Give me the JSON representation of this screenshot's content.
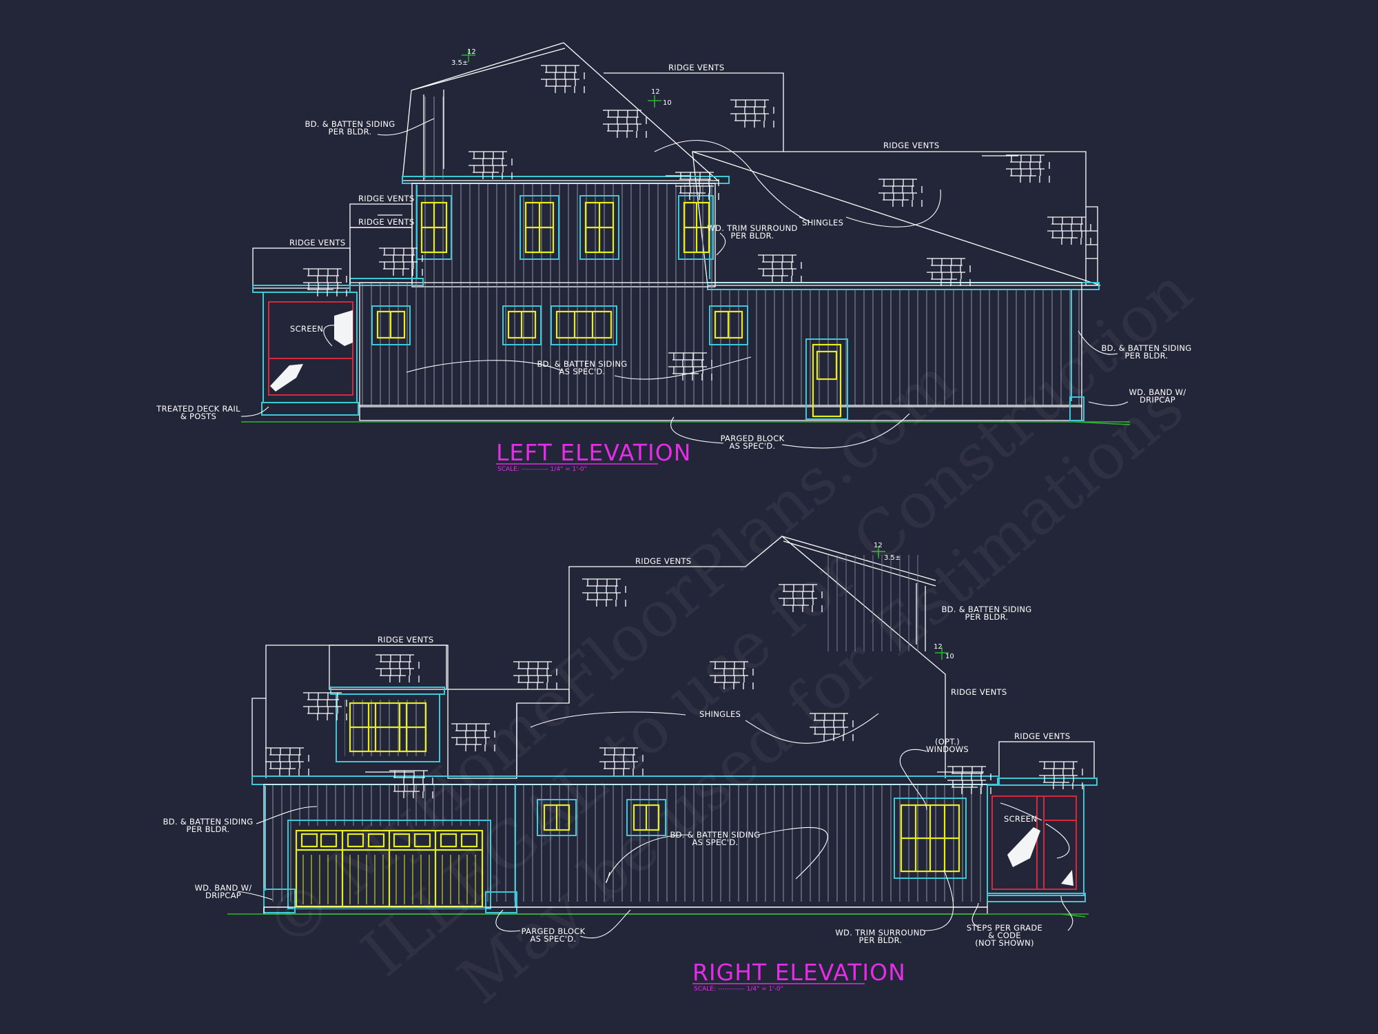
{
  "watermark": {
    "line1": "© MyHomeFloorPlans.com",
    "line2": "ILLEGAL to use for Construction",
    "line3": "May be used for Estimations"
  },
  "left_elevation": {
    "title": "LEFT ELEVATION",
    "scale": "SCALE: ------------ 1/4\" = 1'-0\"",
    "pitch_upper": {
      "rise": "12",
      "run": "3.5±"
    },
    "pitch_main": {
      "rise": "12",
      "run": "10"
    },
    "notes": {
      "ridge_vents_top": "RIDGE VENTS",
      "ridge_vents_right": "RIDGE VENTS",
      "ridge_vents_mid1": "RIDGE VENTS",
      "ridge_vents_mid2": "RIDGE VENTS",
      "ridge_vents_left": "RIDGE VENTS",
      "board_batten_upper": "BD. & BATTEN SIDING\nPER BLDR.",
      "trim_surround": "WD. TRIM SURROUND\nPER BLDR.",
      "shingles": "SHINGLES",
      "screen": "SCREEN",
      "board_batten_spec": "BD. & BATTEN SIDING\nAS SPEC'D.",
      "board_batten_right": "BD. & BATTEN SIDING\nPER BLDR.",
      "wd_band": "WD. BAND W/\nDRIPCAP",
      "deck_rail": "TREATED DECK RAIL\n& POSTS",
      "parged_block": "PARGED BLOCK\nAS SPEC'D."
    }
  },
  "right_elevation": {
    "title": "RIGHT ELEVATION",
    "scale": "SCALE: ------------ 1/4\" = 1'-0\"",
    "pitch_upper": {
      "rise": "12",
      "run": "3.5±"
    },
    "pitch_main": {
      "rise": "12",
      "run": "10"
    },
    "notes": {
      "ridge_vents_top": "RIDGE VENTS",
      "ridge_vents_left": "RIDGE VENTS",
      "ridge_vents_right1": "RIDGE VENTS",
      "ridge_vents_right2": "RIDGE VENTS",
      "board_batten_upper": "BD. & BATTEN SIDING\nPER BLDR.",
      "shingles": "SHINGLES",
      "opt_windows": "(OPT.)\nWINDOWS",
      "screen": "SCREEN",
      "board_batten_left": "BD. & BATTEN SIDING\nPER BLDR.",
      "wd_band": "WD. BAND W/\nDRIPCAP",
      "board_batten_spec": "BD. & BATTEN SIDING\nAS SPEC'D.",
      "parged_block": "PARGED BLOCK\nAS SPEC'D.",
      "trim_surround": "WD. TRIM SURROUND\nPER BLDR.",
      "steps": "STEPS PER GRADE\n& CODE\n(NOT SHOWN)"
    }
  },
  "colors": {
    "background": "#232639",
    "outline": "#ffffff",
    "trim": "#3fc9d8",
    "window": "#e8ee1c",
    "screen": "#d42a3c",
    "grade": "#2fb52f",
    "title": "#e62ce6"
  }
}
